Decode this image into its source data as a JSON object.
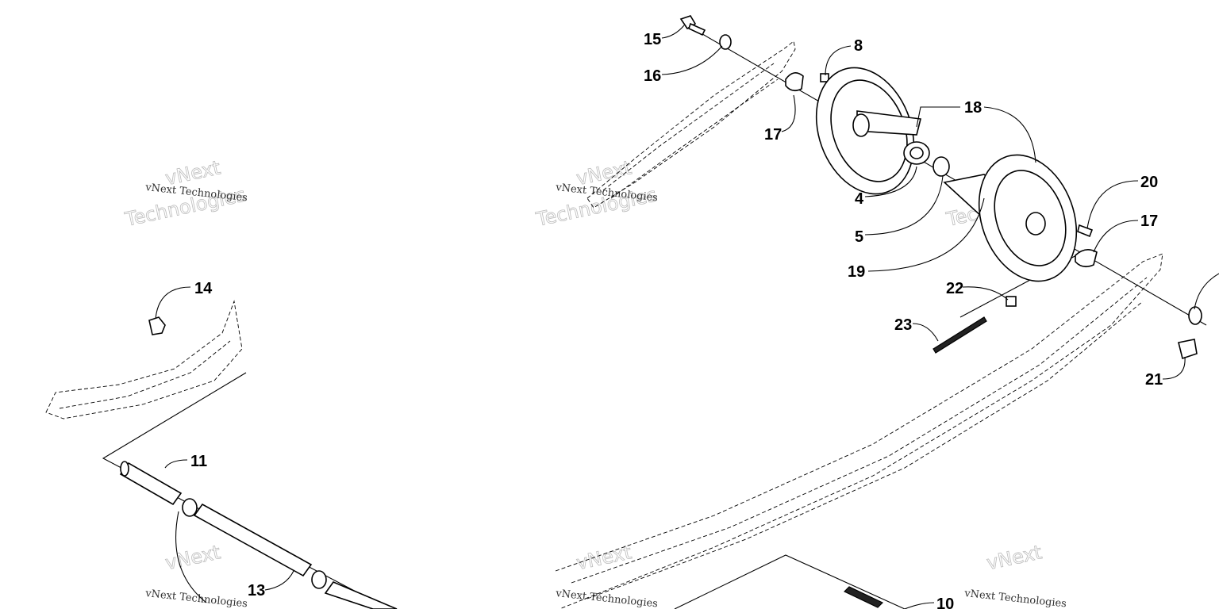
{
  "diagram": {
    "callouts": [
      {
        "id": "c15",
        "text": "15"
      },
      {
        "id": "c16",
        "text": "16"
      },
      {
        "id": "c8",
        "text": "8"
      },
      {
        "id": "c18",
        "text": "18"
      },
      {
        "id": "c17a",
        "text": "17"
      },
      {
        "id": "c4",
        "text": "4"
      },
      {
        "id": "c5",
        "text": "5"
      },
      {
        "id": "c20",
        "text": "20"
      },
      {
        "id": "c17b",
        "text": "17"
      },
      {
        "id": "c19",
        "text": "19"
      },
      {
        "id": "c22",
        "text": "22"
      },
      {
        "id": "c23",
        "text": "23"
      },
      {
        "id": "c21",
        "text": "21"
      },
      {
        "id": "c14",
        "text": "14"
      },
      {
        "id": "c11",
        "text": "11"
      },
      {
        "id": "c13",
        "text": "13"
      },
      {
        "id": "c10",
        "text": "10"
      }
    ],
    "watermark": {
      "line1": "vNext Technologies",
      "line2": "vNext",
      "line3": "Technologies"
    }
  }
}
